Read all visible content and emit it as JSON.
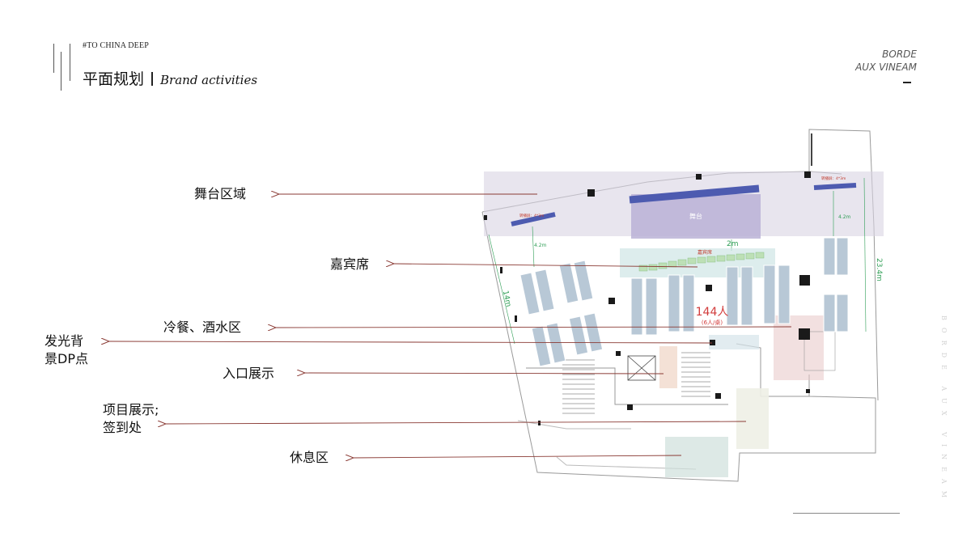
{
  "header": {
    "kicker": "#TO CHINA DEEP",
    "title_cn": "平面规划",
    "title_en": "Brand activities"
  },
  "brand": {
    "line1": "BORDE",
    "line2": "AUX VINEAM",
    "vertical": "BORDE AUX VINEAM"
  },
  "labels": {
    "stage_area": "舞台区域",
    "guest_seats": "嘉宾席",
    "cold_food_bar": "冷餐、酒水区",
    "glow_backdrop_line1": "发光背",
    "glow_backdrop_line2": "景DP点",
    "entrance_display": "入口展示",
    "project_display_line1": "项目展示;",
    "project_display_line2": "签到处",
    "rest_area": "休息区"
  },
  "plan": {
    "stage_text": "舞台",
    "guest_seat_text": "嘉宾席",
    "screen_left": "转播屏：4*3m",
    "screen_right": "转播屏：4*3m",
    "dim_4_2m_left": "4.2m",
    "dim_4_2m_right": "4.2m",
    "dim_2m": "2m",
    "dim_14m": "14m",
    "dim_23_4m": "23.4m",
    "capacity": "144人",
    "capacity_note": "(6人/桌)"
  }
}
